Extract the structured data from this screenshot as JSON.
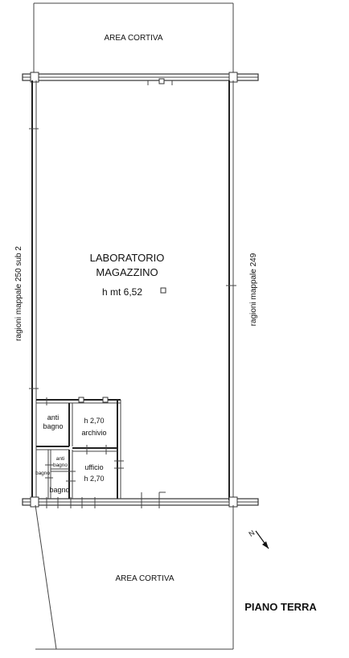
{
  "plan": {
    "area_cortiva_top": "AREA CORTIVA",
    "area_cortiva_bottom": "AREA CORTIVA",
    "main_room": {
      "line1": "LABORATORIO",
      "line2": "MAGAZZINO",
      "height": "h mt 6,52"
    },
    "neighbor_left": "ragioni mappale 250 sub 2",
    "neighbor_right": "ragioni mappale 249",
    "rooms": {
      "anti_bagno": {
        "line1": "anti",
        "line2": "bagno"
      },
      "archivio": {
        "height": "h 2,70",
        "name": "archivio"
      },
      "anti_bagno_small": {
        "line1": "anti",
        "line2": "bagno"
      },
      "bagno_small": "bagno",
      "bagno": "bagno",
      "ufficio": {
        "name": "ufficio",
        "height": "h 2,70"
      }
    },
    "north_label": "N",
    "floor_title": "PIANO TERRA"
  }
}
